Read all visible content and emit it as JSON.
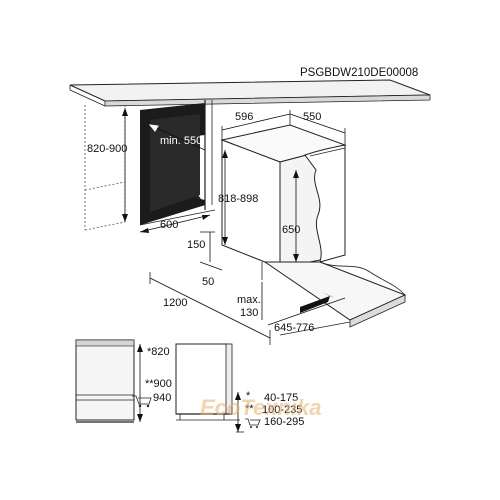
{
  "drawing_code": "PSGBDW210DE00008",
  "watermark": "EcoTexnika",
  "dimensions": {
    "niche_height": "820-900",
    "min_depth": "min. 550",
    "niche_width": "600",
    "appliance_width": "596",
    "appliance_depth": "550",
    "appliance_height": "818-898",
    "door_height": "650",
    "gap_150": "150",
    "gap_50": "50",
    "max_130": "max.\n130",
    "max_130_line1": "max.",
    "max_130_line2": "130",
    "door_open_depth": "1200",
    "plinth_range": "645-776",
    "height_820": "*820",
    "height_900": "**900",
    "height_940": "940",
    "adj_40_175": "40-175",
    "adj_100_235": "100-235",
    "adj_160_295": "160-295",
    "star_single": "*",
    "star_double": "**"
  }
}
